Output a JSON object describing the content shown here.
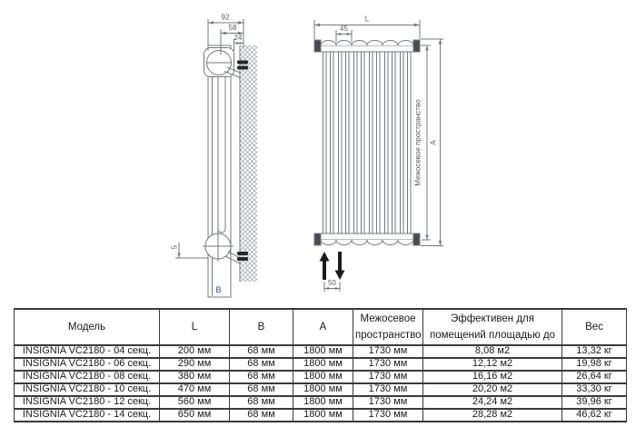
{
  "colors": {
    "drawing_line": "#74797e",
    "dimension_text": "#595d61",
    "depth_label_text": "#2e4a77",
    "flow_arrow": "#1c1c1c",
    "table_border": "#3a3a3a",
    "table_text": "#1a1a1a",
    "background": "#ffffff"
  },
  "diagram": {
    "side_view": {
      "dim_total_depth": "92",
      "dim_axis_to_wall": "58",
      "dim_bracket_to_wall": "24",
      "dim_bracket_offset": "5",
      "label_depth": "B"
    },
    "front_view": {
      "label_length": "L",
      "dim_section_width": "45",
      "dim_connection_spacing": "50",
      "label_axis_distance": "Межосевое пространство",
      "label_height": "A"
    }
  },
  "table": {
    "columns": [
      "Модель",
      "L",
      "B",
      "A",
      "Межосевое пространство",
      "Эффективен для помещений площадью до",
      "Вес"
    ],
    "rows": [
      [
        "INSIGNIA VC2180 - 04 секц.",
        "200 мм",
        "68 мм",
        "1800 мм",
        "1730 мм",
        "8,08 м2",
        "13,32 кг"
      ],
      [
        "INSIGNIA VC2180 - 06 секц.",
        "290 мм",
        "68 мм",
        "1800 мм",
        "1730 мм",
        "12,12 м2",
        "19,98 кг"
      ],
      [
        "INSIGNIA VC2180 - 08 секц.",
        "380 мм",
        "68 мм",
        "1800 мм",
        "1730 мм",
        "16,16 м2",
        "26,64 кг"
      ],
      [
        "INSIGNIA VC2180 - 10 секц.",
        "470 мм",
        "68 мм",
        "1800 мм",
        "1730 мм",
        "20,20 м2",
        "33,30 кг"
      ],
      [
        "INSIGNIA VC2180 - 12 секц.",
        "560 мм",
        "68 мм",
        "1800 мм",
        "1730 мм",
        "24,24 м2",
        "39,96 кг"
      ],
      [
        "INSIGNIA VC2180 - 14 секц.",
        "650 мм",
        "68 мм",
        "1800 мм",
        "1730 мм",
        "28,28 м2",
        "46,62 кг"
      ]
    ]
  }
}
